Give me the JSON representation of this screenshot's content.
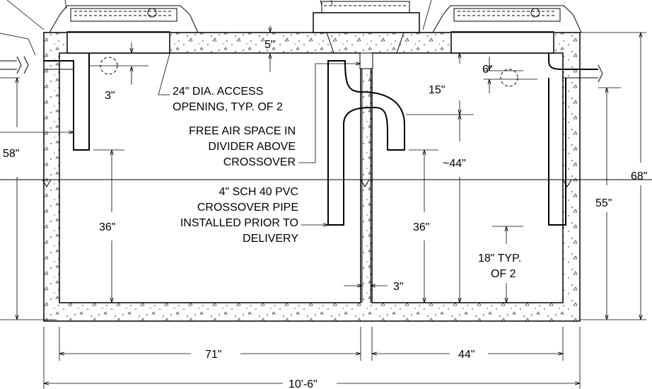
{
  "labels": {
    "access_opening": [
      "24\" DIA. ACCESS",
      "OPENING, TYP. OF 2"
    ],
    "free_air": [
      "FREE AIR SPACE IN",
      "DIVIDER ABOVE",
      "CROSSOVER"
    ],
    "crossover": [
      "4\" SCH 40 PVC",
      "CROSSOVER PIPE",
      "INSTALLED PRIOR TO",
      "DELIVERY"
    ],
    "outlet_typ": [
      "18\" TYP.",
      "OF 2"
    ]
  },
  "dims": {
    "top_slab": "5\"",
    "inlet_drop": "3\"",
    "outlet_drop": "6\"",
    "crossover_drop": "15\"",
    "left_height": "58\"",
    "left_liquid": "36\"",
    "right_liquid": "36\"",
    "right_depth": "~44\"",
    "outlet_height": "55\"",
    "total_height": "68\"",
    "divider": "3\"",
    "left_width": "71\"",
    "right_width": "44\"",
    "total_length": "10'-6\""
  }
}
